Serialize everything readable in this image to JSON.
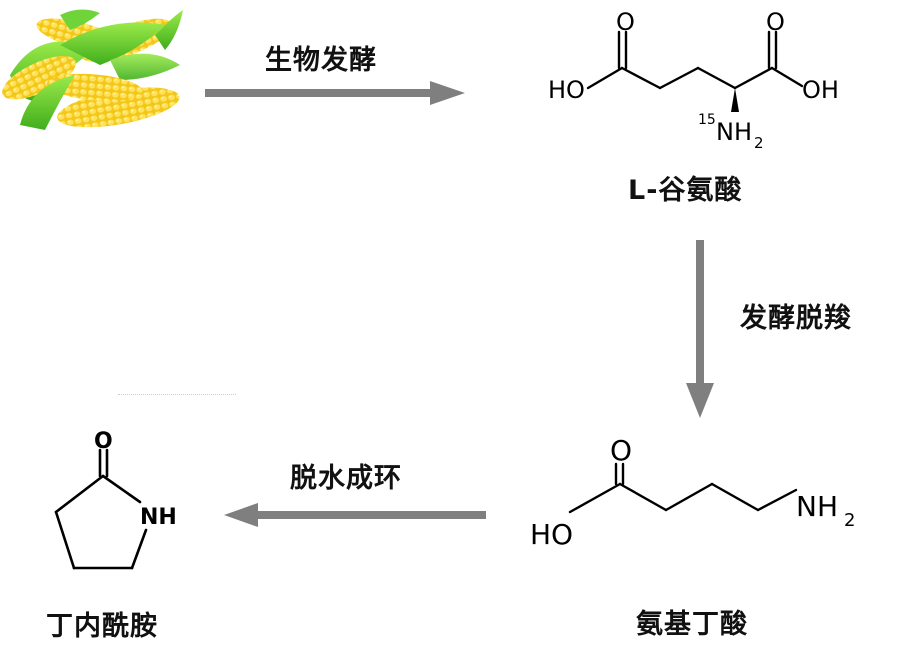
{
  "steps": {
    "step1": "生物发酵",
    "step2": "发酵脱羧",
    "step3": "脱水成环"
  },
  "compounds": {
    "glutamic_acid": "L-谷氨酸",
    "gaba": "氨基丁酸",
    "lactam": "丁内酰胺"
  },
  "structures": {
    "glu": {
      "O_left": "O",
      "O_right": "O",
      "HO": "HO",
      "OH": "OH",
      "isotope": "15",
      "amine": "NH",
      "sub": "2"
    },
    "gaba": {
      "O": "O",
      "HO": "HO",
      "amine": "NH",
      "sub": "2"
    },
    "lactam": {
      "O": "O",
      "NH": "NH"
    }
  },
  "colors": {
    "arrow": "#7f7f7f",
    "corn_kernel": "#f3c718",
    "husk": "#5fcf2a"
  },
  "icons": {
    "corn": "corn-icon"
  }
}
